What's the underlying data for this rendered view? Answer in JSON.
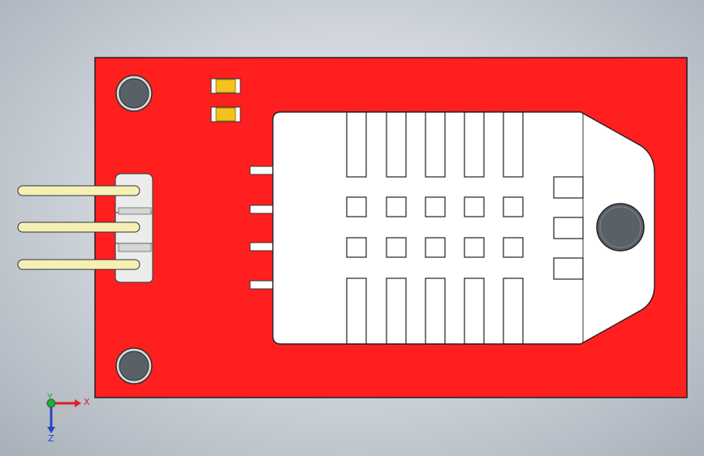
{
  "colors": {
    "board": "#ff1f1f",
    "board_edge": "#222222",
    "sensor_body": "#ffffff",
    "pin": "#f6f0b4",
    "header": "#ececec",
    "smd_pad": "#f3c21c",
    "hole": "#5a6068",
    "axis_x": "#e0202a",
    "axis_y": "#27a83a",
    "axis_z": "#2447c8"
  },
  "triad": {
    "x_label": "X",
    "y_label": "Y",
    "z_label": "Z"
  }
}
